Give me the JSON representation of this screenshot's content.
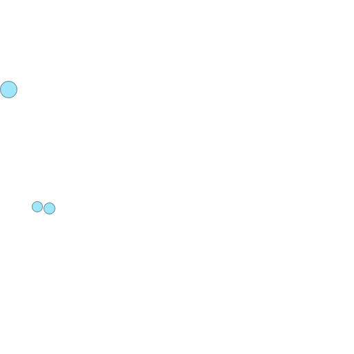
{
  "scene": {
    "background_color": "#ffffff",
    "ball_fill_color": "#a0e6fb",
    "ball_outline_color": "#6b8a96",
    "balls": [
      {
        "id": "ball-1",
        "shape": "circle"
      },
      {
        "id": "ball-2",
        "shape": "circle"
      },
      {
        "id": "ball-3",
        "shape": "circle"
      }
    ]
  }
}
